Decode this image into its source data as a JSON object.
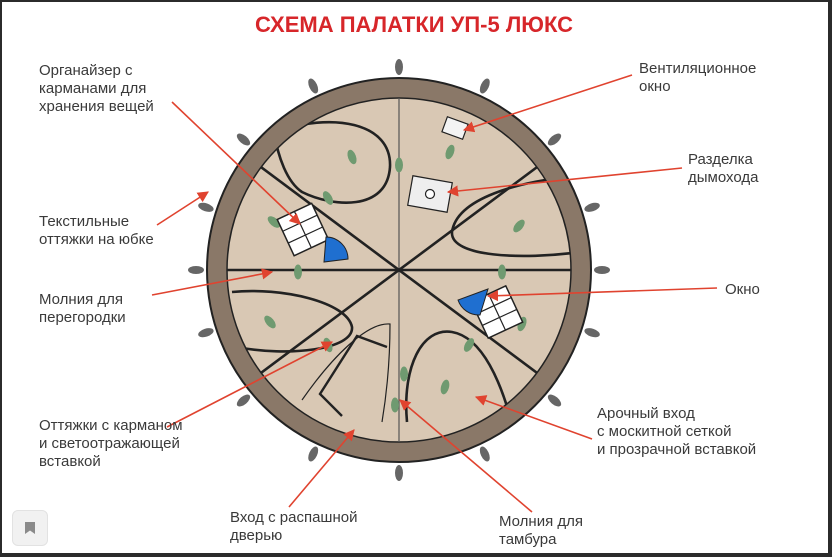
{
  "title": "СХЕМА ПАЛАТКИ УП-5 ЛЮКС",
  "labels": {
    "organizer": [
      "Органайзер с",
      "карманами для",
      "хранения вещей"
    ],
    "guy_lines_skirt": [
      "Текстильные",
      "оттяжки на юбке"
    ],
    "partition_zipper": [
      "Молния для",
      "перегородки"
    ],
    "guy_lines_pocket": [
      "Оттяжки с карманом",
      "и светоотражающей",
      "вставкой"
    ],
    "swing_door": [
      "Вход с распашной",
      "дверью"
    ],
    "vestibule_zipper": [
      "Молния для",
      "тамбура"
    ],
    "arched_entry": [
      "Арочный вход",
      "с москитной сеткой",
      "и прозрачной вставкой"
    ],
    "window": [
      "Окно"
    ],
    "chimney": [
      "Разделка",
      "дымохода"
    ],
    "vent_window": [
      "Вентиляционное",
      "окно"
    ]
  },
  "colors": {
    "title": "#d7262a",
    "arrow": "#e0432f",
    "tent_rim": "#8a7868",
    "tent_floor": "#d9c8b4",
    "outline": "#222222",
    "window_blue": "#1f6fd0",
    "stake_grey": "#666666",
    "leaf_green": "#6f9a70"
  },
  "icons": [
    "bookmark-icon"
  ]
}
